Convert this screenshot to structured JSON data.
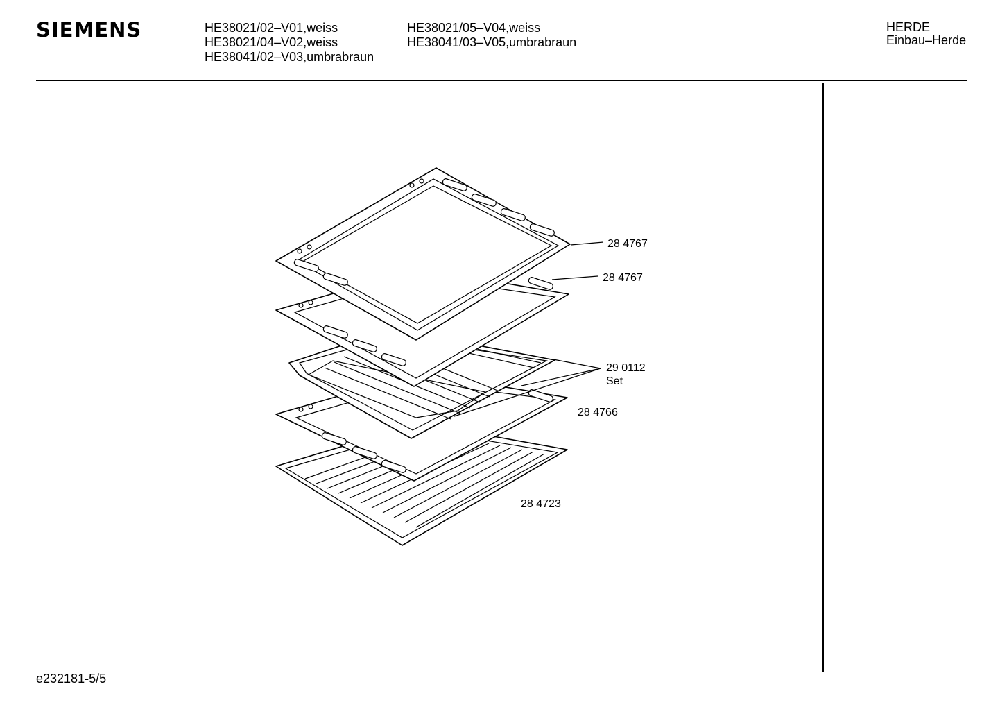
{
  "header": {
    "brand": "SIEMENS",
    "models_col1": [
      "HE38021/02–V01,weiss",
      "HE38021/04–V02,weiss",
      "HE38041/02–V03,umbrabraun"
    ],
    "models_col2": [
      "HE38021/05–V04,weiss",
      "HE38041/03–V05,umbrabraun"
    ],
    "category": "HERDE",
    "subcategory": "Einbau–Herde"
  },
  "parts": [
    {
      "id": "284767a",
      "number": "28 4767"
    },
    {
      "id": "284767b",
      "number": "28 4767"
    },
    {
      "id": "290112",
      "number": "29 0112",
      "note": "Set"
    },
    {
      "id": "284766",
      "number": "28 4766"
    },
    {
      "id": "284723",
      "number": "28 4723"
    }
  ],
  "footer": {
    "code": "e232181-5/5"
  }
}
